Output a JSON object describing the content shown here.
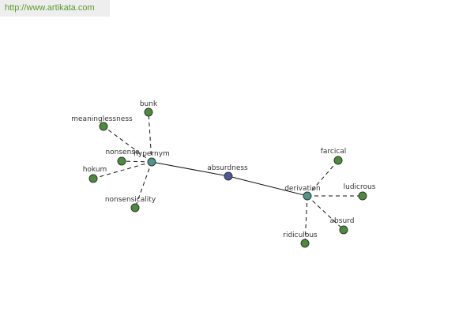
{
  "watermark": {
    "text": "http://www.artikata.com"
  },
  "colors": {
    "center_node": "#4b5796",
    "hub_node": "#4f958c",
    "leaf_node": "#4d8a3f",
    "node_stroke": "#2d3a2d",
    "edge": "#111111",
    "watermark_bg": "#eeeeee",
    "watermark_text": "#5a9a2e"
  },
  "graph": {
    "center": {
      "label": "absurdness"
    },
    "hubs": [
      {
        "id": "hypernym",
        "label": "hypernym",
        "leaves": [
          "bunk",
          "meaninglessness",
          "nonsense",
          "hokum",
          "nonsensicality"
        ]
      },
      {
        "id": "derivation",
        "label": "derivation",
        "leaves": [
          "farcical",
          "ludicrous",
          "absurd",
          "ridiculous"
        ]
      }
    ]
  }
}
